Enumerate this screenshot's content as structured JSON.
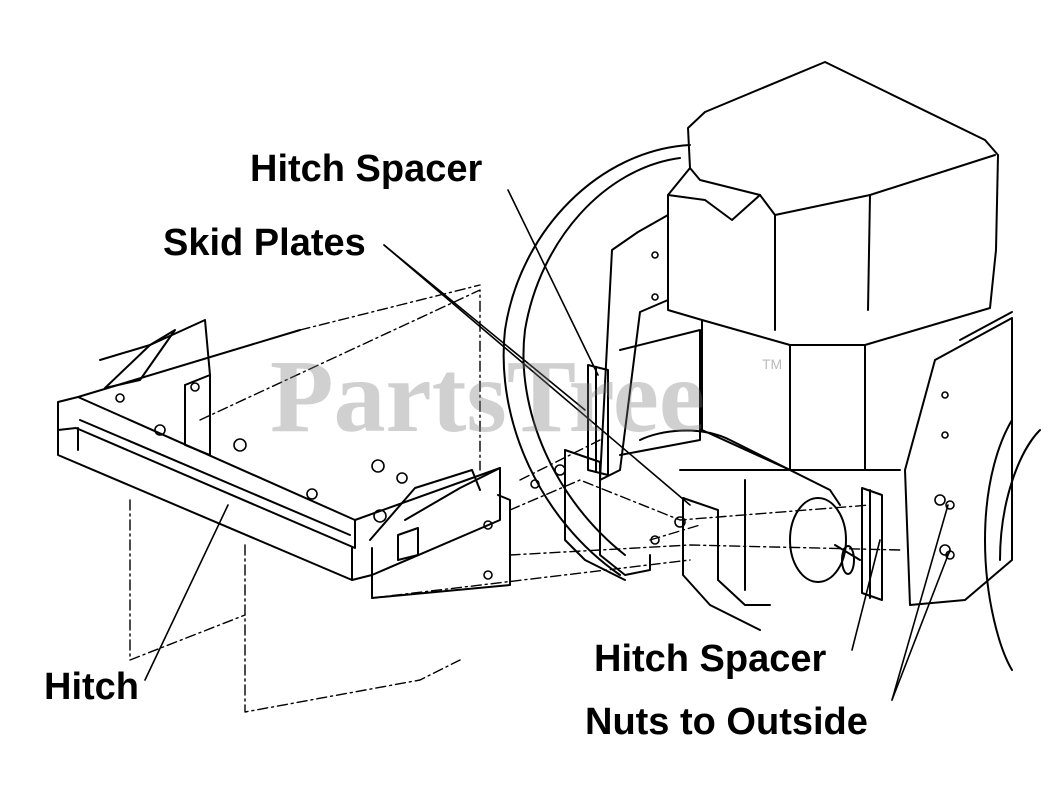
{
  "watermark": {
    "text": "PartsTree",
    "tm": "TM"
  },
  "labels": {
    "hitch_spacer_top": "Hitch Spacer",
    "skid_plates": "Skid Plates",
    "hitch": "Hitch",
    "hitch_spacer_bottom": "Hitch Spacer",
    "nuts_to_outside": "Nuts to Outside"
  },
  "colors": {
    "line": "#000000",
    "background": "#ffffff",
    "watermark": "#8c8c8c"
  }
}
